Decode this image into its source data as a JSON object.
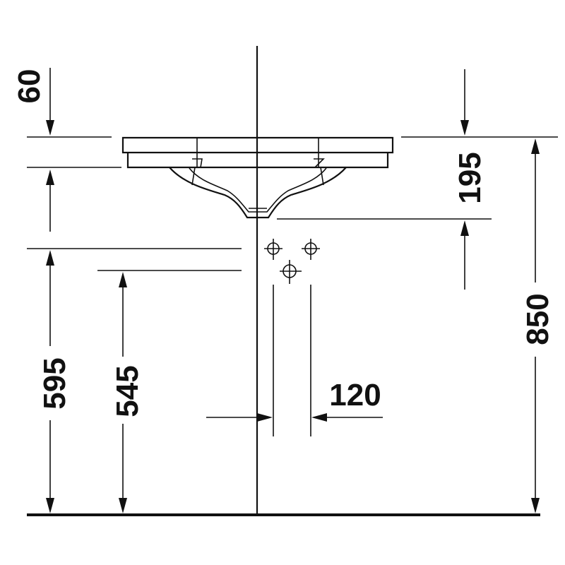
{
  "drawing": {
    "type": "washbasin installation dimension drawing",
    "line_color": "#111111",
    "background": "#ffffff",
    "dimensions": {
      "top_offset": "60",
      "basin_depth": "195",
      "overall_height": "850",
      "outer_height": "595",
      "inner_height": "545",
      "pipe_spacing": "120"
    }
  }
}
